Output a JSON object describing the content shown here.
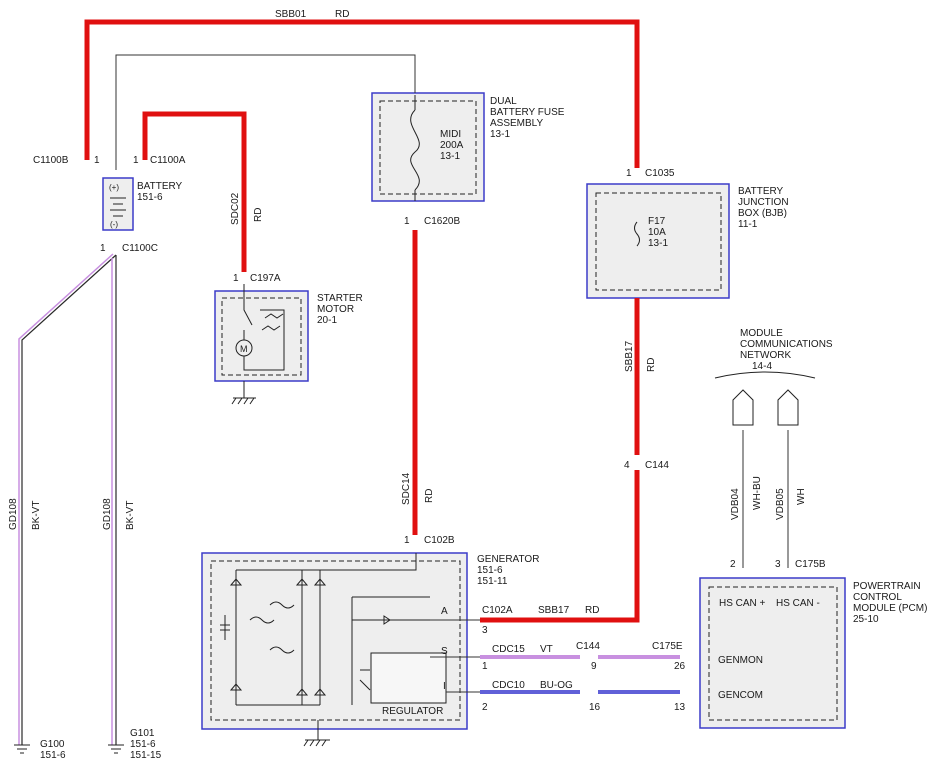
{
  "wires": {
    "sbb01": "SBB01",
    "sbb01_color": "RD",
    "sdc02": "SDC02",
    "sdc02_color": "RD",
    "sdc14": "SDC14",
    "sdc14_color": "RD",
    "sbb17": "SBB17",
    "sbb17_color": "RD",
    "sbb17_b": "SBB17",
    "sbb17_b_color": "RD",
    "gd108_a": "GD108",
    "gd108_a_color": "BK-VT",
    "gd108_b": "GD108",
    "gd108_b_color": "BK-VT",
    "vdb04": "VDB04",
    "vdb04_color": "WH-BU",
    "vdb05": "VDB05",
    "vdb05_color": "WH",
    "cdc15": "CDC15",
    "cdc15_color": "VT",
    "cdc10": "CDC10",
    "cdc10_color": "BU-OG"
  },
  "connectors": {
    "c1100b": "C1100B",
    "c1100a": "C1100A",
    "c1100c": "C1100C",
    "c197a": "C197A",
    "c1620b": "C1620B",
    "c1035": "C1035",
    "c144_top": "C144",
    "c102b": "C102B",
    "c102a": "C102A",
    "c144_mid": "C144",
    "c175e": "C175E",
    "c175b": "C175B"
  },
  "pins": {
    "c1100b": "1",
    "c1100a": "1",
    "c1100c": "1",
    "c197a": "1",
    "c1620b": "1",
    "c1035": "1",
    "c144_top": "4",
    "c102b": "1",
    "gen_a": "3",
    "gen_s": "1",
    "gen_i": "2",
    "c144_s": "9",
    "c144_i": "16",
    "c175e_s": "26",
    "c175e_i": "13",
    "c175b_2": "2",
    "c175b_3": "3"
  },
  "components": {
    "battery": {
      "name": "BATTERY",
      "ref": "151-6",
      "plus": "(+)",
      "minus": "(-)"
    },
    "dual_fuse": {
      "line1": "DUAL",
      "line2": "BATTERY FUSE",
      "line3": "ASSEMBLY",
      "ref": "13-1",
      "fuse_name": "MIDI",
      "fuse_rating": "200A",
      "fuse_ref": "13-1"
    },
    "bjb": {
      "line1": "BATTERY",
      "line2": "JUNCTION",
      "line3": "BOX (BJB)",
      "ref": "11-1",
      "fuse_name": "F17",
      "fuse_rating": "10A",
      "fuse_ref": "13-1"
    },
    "starter": {
      "line1": "STARTER",
      "line2": "MOTOR",
      "ref": "20-1"
    },
    "generator": {
      "name": "GENERATOR",
      "ref1": "151-6",
      "ref2": "151-11",
      "term_a": "A",
      "term_s": "S",
      "term_i": "I",
      "regulator": "REGULATOR"
    },
    "network": {
      "line1": "MODULE",
      "line2": "COMMUNICATIONS",
      "line3": "NETWORK",
      "ref": "14-4"
    },
    "pcm": {
      "line1": "POWERTRAIN",
      "line2": "CONTROL",
      "line3": "MODULE (PCM)",
      "ref": "25-10",
      "hs_can_plus": "HS CAN +",
      "hs_can_minus": "HS CAN -",
      "genmon": "GENMON",
      "gencom": "GENCOM"
    }
  },
  "grounds": {
    "g100": {
      "name": "G100",
      "ref1": "151-6"
    },
    "g101": {
      "name": "G101",
      "ref1": "151-6",
      "ref2": "151-15"
    }
  },
  "colors": {
    "power_wire": "#e01010",
    "box_border": "#3c3cc8",
    "box_fill": "#eeeeee",
    "violet_wire": "#c890e0",
    "blue_wire": "#6060d8"
  }
}
